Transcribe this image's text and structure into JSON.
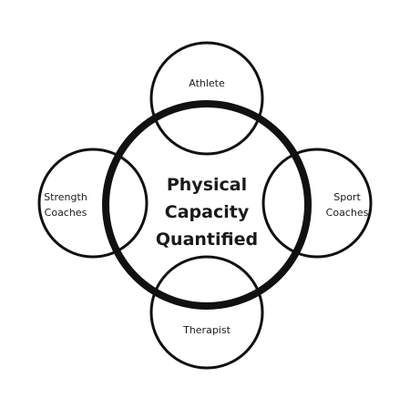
{
  "diagram": {
    "center": {
      "line1": "Physical",
      "line2": "Capacity",
      "line3": "Quantified"
    },
    "top": {
      "label": "Athlete"
    },
    "left": {
      "line1": "Strength",
      "line2": "Coaches"
    },
    "right": {
      "line1": "Sport",
      "line2": "Coaches"
    },
    "bottom": {
      "label": "Therapist"
    },
    "colors": {
      "stroke": "#111111",
      "text": "#1a1a1a",
      "background": "#ffffff"
    }
  }
}
